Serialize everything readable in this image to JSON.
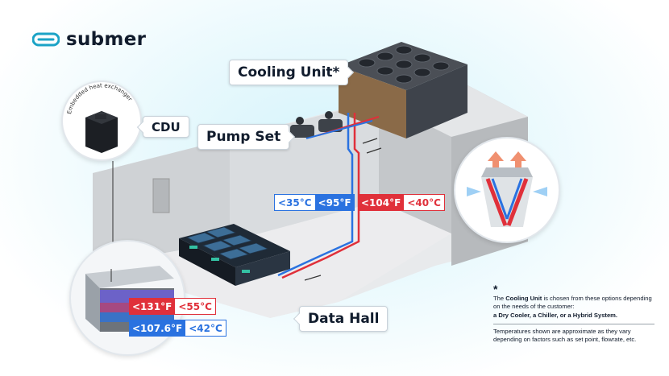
{
  "brand": {
    "name": "submer"
  },
  "labels": {
    "cooling_unit": "Cooling Unit*",
    "pump_set": "Pump Set",
    "cdu": "CDU",
    "data_hall": "Data Hall",
    "embedded": "Embedded heat exchanger"
  },
  "temps": {
    "supply_c": "<35°C",
    "supply_f": "<95°F",
    "return_f": "<104°F",
    "return_c": "<40°C",
    "tank_hot_f": "<131°F",
    "tank_hot_c": "<55°C",
    "tank_cold_f": "<107.6°F",
    "tank_cold_c": "<42°C"
  },
  "footnote": {
    "star": "*",
    "line1_pre": "The ",
    "line1_bold": "Cooling Unit",
    "line1_post": " is chosen from these options depending on the needs of the customer:",
    "line2": "a Dry Cooler, a Chiller, or a Hybrid System.",
    "line3": "Temperatures shown are approximate as they vary depending on factors such as set point, flowrate, etc."
  },
  "colors": {
    "hot": "#e0303a",
    "cold": "#2a72e0",
    "brand": "#1ba3c6",
    "ink": "#111c2d"
  }
}
